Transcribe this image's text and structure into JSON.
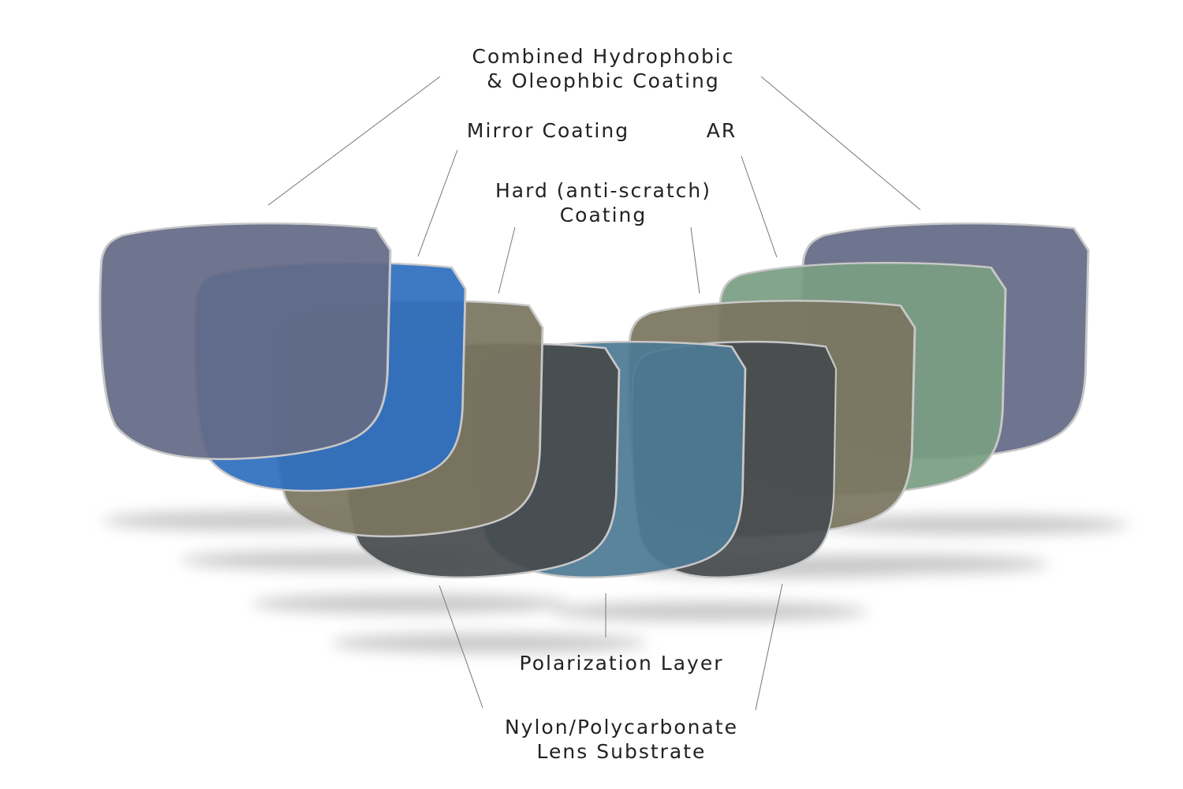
{
  "labels": {
    "hydrophobic_line1": "Combined Hydrophobic",
    "hydrophobic_line2": "& Oleophbic Coating",
    "mirror": "Mirror Coating",
    "ar": "AR",
    "hard_line1": "Hard (anti-scratch)",
    "hard_line2": "Coating",
    "polarization": "Polarization Layer",
    "substrate_line1": "Nylon/Polycarbonate",
    "substrate_line2": "Lens Substrate"
  },
  "colors": {
    "hydrophobic": "#646b86",
    "mirror": "#2f6fc0",
    "hard": "#7b7560",
    "substrate": "#474b4e",
    "polarization": "#4d7a94",
    "ar": "#7a9e82"
  }
}
